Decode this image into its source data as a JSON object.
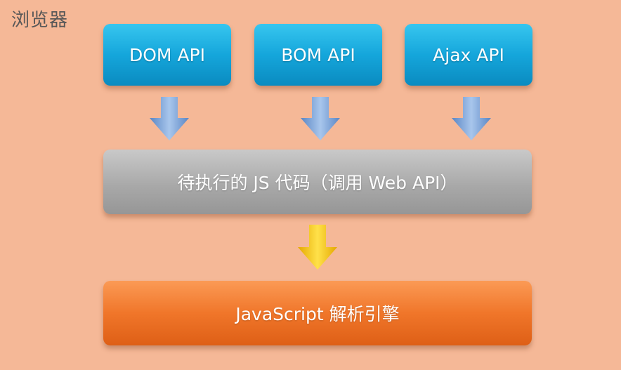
{
  "title": "浏览器",
  "apis": [
    {
      "label": "DOM API"
    },
    {
      "label": "BOM API"
    },
    {
      "label": "Ajax API"
    }
  ],
  "js_code_box": "待执行的 JS 代码（调用 Web API）",
  "engine_box": "JavaScript 解析引擎",
  "colors": {
    "background": "#f5b897",
    "api_box": "#15a6db",
    "js_box": "#a9a9a9",
    "engine_box": "#f0762a",
    "blue_arrow": "#7aa6dc",
    "yellow_arrow": "#f5c400"
  }
}
